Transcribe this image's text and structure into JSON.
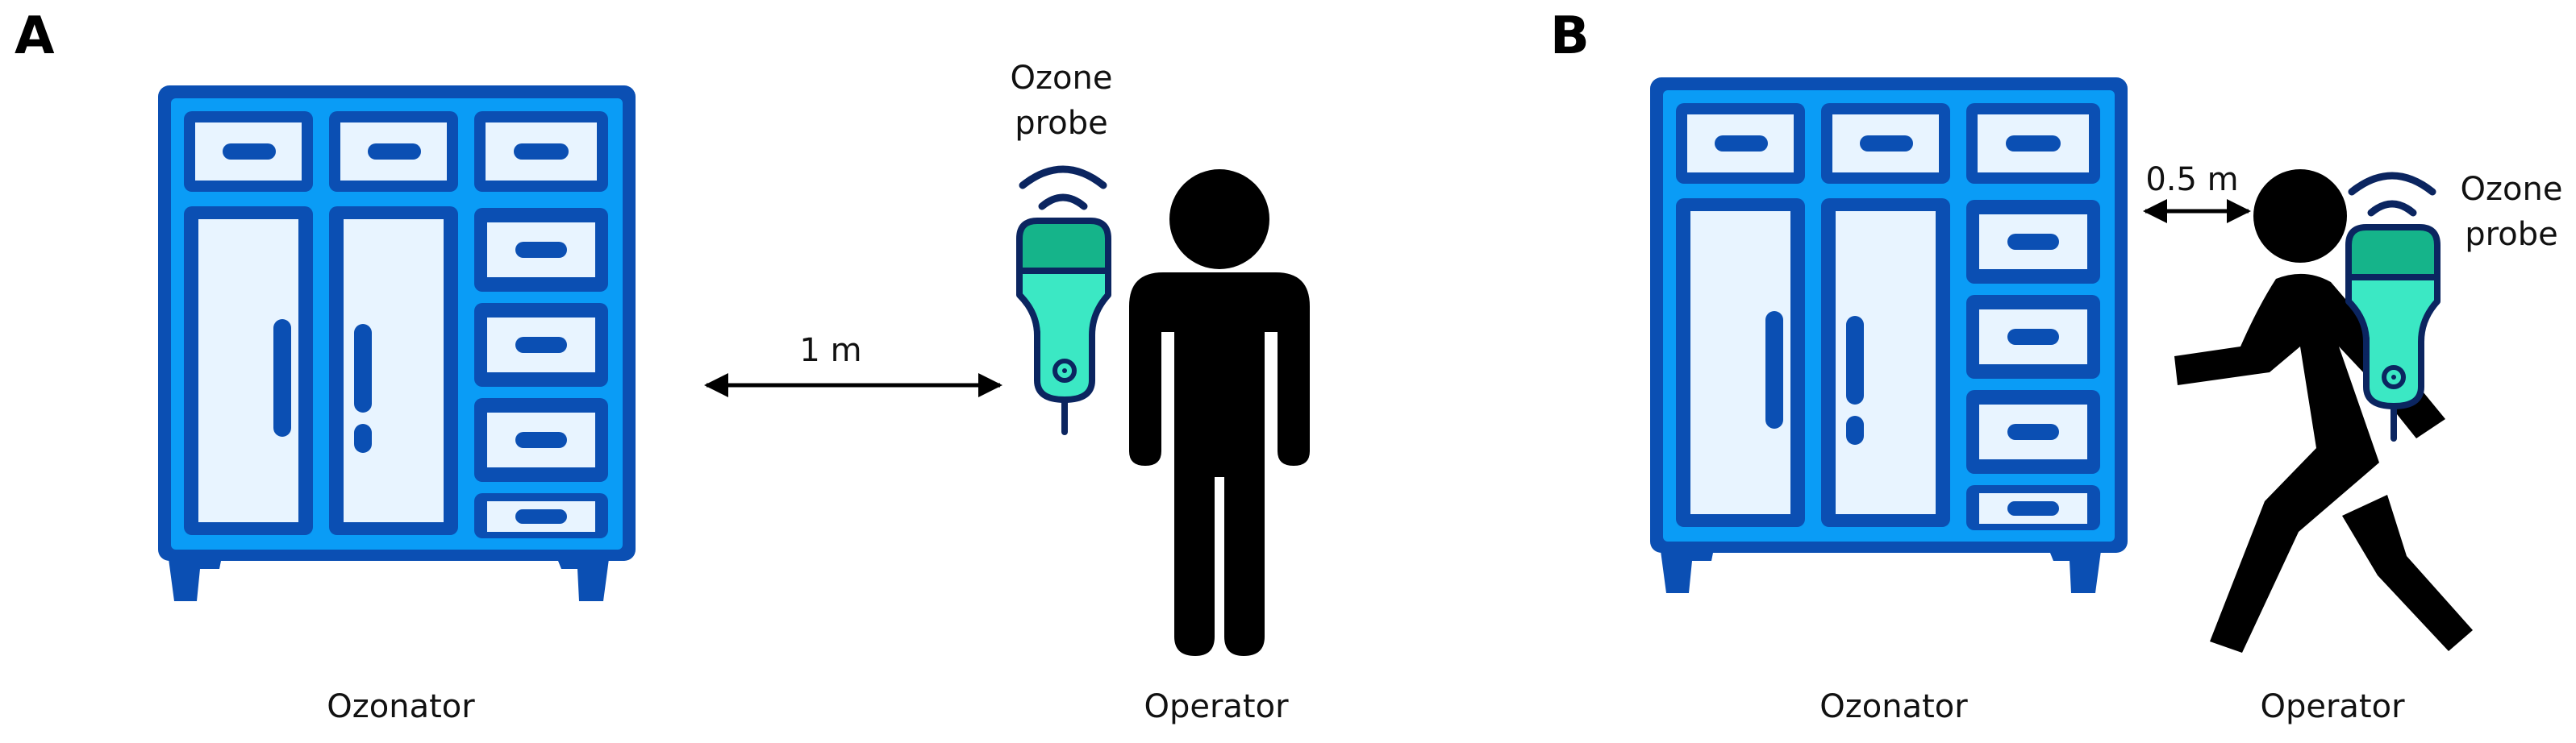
{
  "panels": [
    {
      "letter": "A",
      "ozonator_label": "Ozonator",
      "operator_label": "Operator",
      "probe_label_line1": "Ozone",
      "probe_label_line2": "probe",
      "distance_label": "1 m"
    },
    {
      "letter": "B",
      "ozonator_label": "Ozonator",
      "operator_label": "Operator",
      "probe_label_line1": "Ozone",
      "probe_label_line2": "probe",
      "distance_label": "0.5 m"
    }
  ],
  "colors": {
    "cabinet_dark": "#0b4fb3",
    "cabinet_fill": "#0a9cf6",
    "cabinet_light": "#e8f4ff",
    "probe_green": "#15b48a",
    "probe_mint": "#3be8c4",
    "probe_outline": "#0b2560",
    "person": "#000000"
  },
  "icons": {
    "cabinet": "ozonator-cabinet-icon",
    "probe": "ozone-probe-icon",
    "standing_person": "standing-person-icon",
    "walking_person": "walking-person-icon"
  }
}
